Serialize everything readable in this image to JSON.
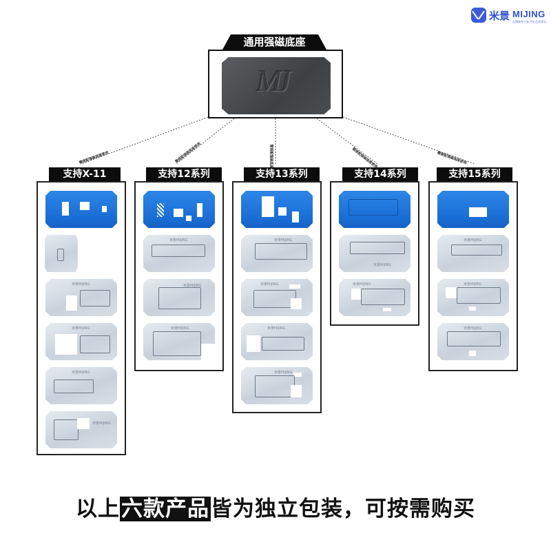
{
  "brand": {
    "logo_cn": "米景",
    "logo_en": "MIJING",
    "logo_tagline": "品牌维修工具 专业品质保证"
  },
  "base": {
    "title": "通用强磁底座",
    "emboss": "MJ"
  },
  "connector_note": "需搭配强磁底座使用",
  "columns": [
    {
      "label": "支持X-11",
      "plates": [
        "blue",
        "steel",
        "steel",
        "steel",
        "steel",
        "steel"
      ]
    },
    {
      "label": "支持12系列",
      "plates": [
        "blue",
        "steel",
        "steel",
        "steel"
      ]
    },
    {
      "label": "支持13系列",
      "plates": [
        "blue",
        "steel",
        "steel",
        "steel",
        "steel"
      ]
    },
    {
      "label": "支持14系列",
      "plates": [
        "blue",
        "steel",
        "steel"
      ]
    },
    {
      "label": "支持15系列",
      "plates": [
        "blue",
        "steel",
        "steel",
        "steel"
      ]
    }
  ],
  "plate_brand": "米景MIJING",
  "footer": {
    "prefix": "以上",
    "highlight": "六款产品",
    "suffix": "皆为独立包装，可按需购买"
  },
  "colors": {
    "blue_plate": "#1a6fd6",
    "steel_plate": "#cfd7e0",
    "tab_bg": "#0c0c0c",
    "brand": "#2f4fce"
  }
}
